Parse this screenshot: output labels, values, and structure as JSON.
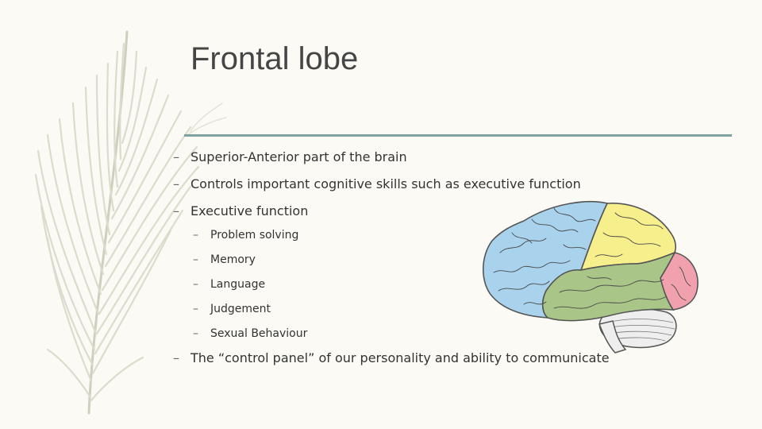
{
  "slide": {
    "title": "Frontal lobe",
    "bullet_marker": "–",
    "bullets": [
      "Superior-Anterior  part of the brain",
      "Controls important cognitive skills such as executive function",
      "Executive function"
    ],
    "sub_bullets": [
      "Problem solving",
      "Memory",
      "Language",
      "Judgement",
      "Sexual Behaviour"
    ],
    "last_bullet": "The “control panel” of our personality and ability to communicate"
  },
  "colors": {
    "background": "#fbfaf5",
    "title": "#454545",
    "rule": "#7fa3a3",
    "frontal_lobe": "#a9d3ec",
    "parietal_lobe": "#f7ef8c",
    "occipital_lobe": "#f0a1ad",
    "temporal_lobe": "#a9c587",
    "cerebellum": "#eeeeee"
  },
  "icons": {
    "decoration": "feather-illustration",
    "diagram": "brain-lobes-illustration"
  }
}
